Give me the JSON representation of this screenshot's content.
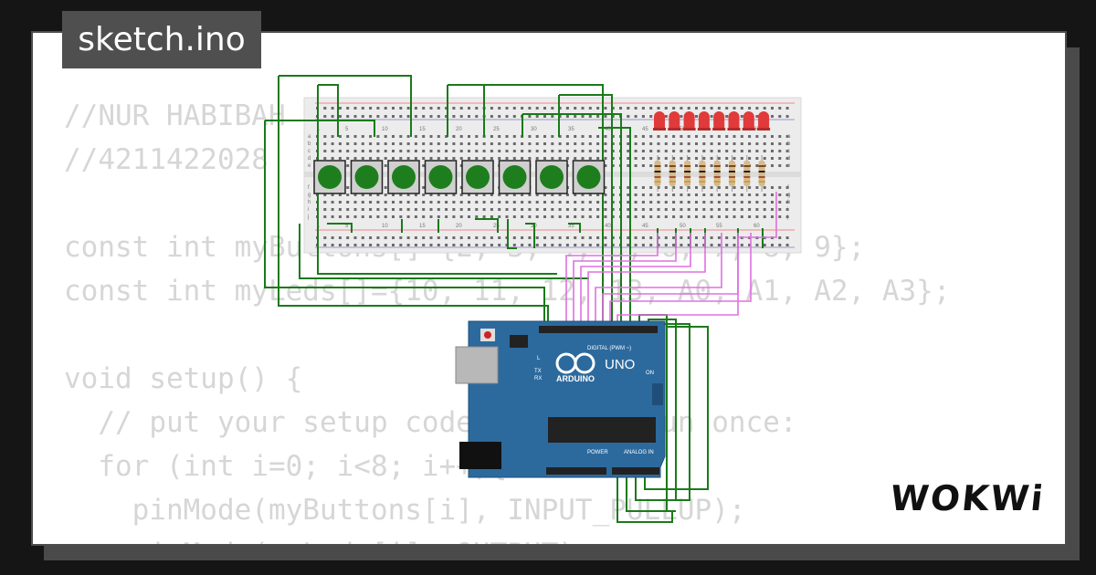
{
  "header": {
    "filename": "sketch.ino"
  },
  "code_lines": [
    "//NUR HABIBAH",
    "//4211422028",
    "",
    "const int myButtons[]={2, 3, 4, 5, 6, 7, 8, 9};",
    "const int myLeds[]={10, 11, 12, 13, A0, A1, A2, A3};",
    "",
    "void setup() {",
    "  // put your setup code here, to run once:",
    "  for (int i=0; i<8; i++){",
    "    pinMode(myButtons[i], INPUT_PULLUP);",
    "    pinMode(myLeds[i], OUTPUT);"
  ],
  "brand": {
    "logo": "WOKWi"
  },
  "breadboard": {
    "column_numbers": [
      "1",
      "5",
      "10",
      "15",
      "20",
      "25",
      "30",
      "35",
      "40",
      "45",
      "50",
      "55",
      "60"
    ],
    "row_letters": [
      "a",
      "b",
      "c",
      "d",
      "e",
      "f",
      "g",
      "h",
      "i",
      "j"
    ]
  },
  "arduino": {
    "model": "UNO",
    "brand": "ARDUINO",
    "labels": {
      "digital": "DIGITAL (PWM ~)",
      "analog": "ANALOG IN",
      "power": "POWER",
      "on": "ON",
      "tx": "TX",
      "rx": "RX",
      "l": "L"
    }
  },
  "components": {
    "push_buttons": 8,
    "leds": 8,
    "resistors": 8
  },
  "colors": {
    "background": "#151515",
    "card": "#ffffff",
    "code_text": "#d6d6d6",
    "title_bg": "#4f4f4f",
    "wire_green": "#1a7a1a",
    "wire_violet": "#e070e0",
    "arduino_blue": "#2c6a9e",
    "led_red": "#e03a3a",
    "button_green": "#1e7e1e"
  }
}
